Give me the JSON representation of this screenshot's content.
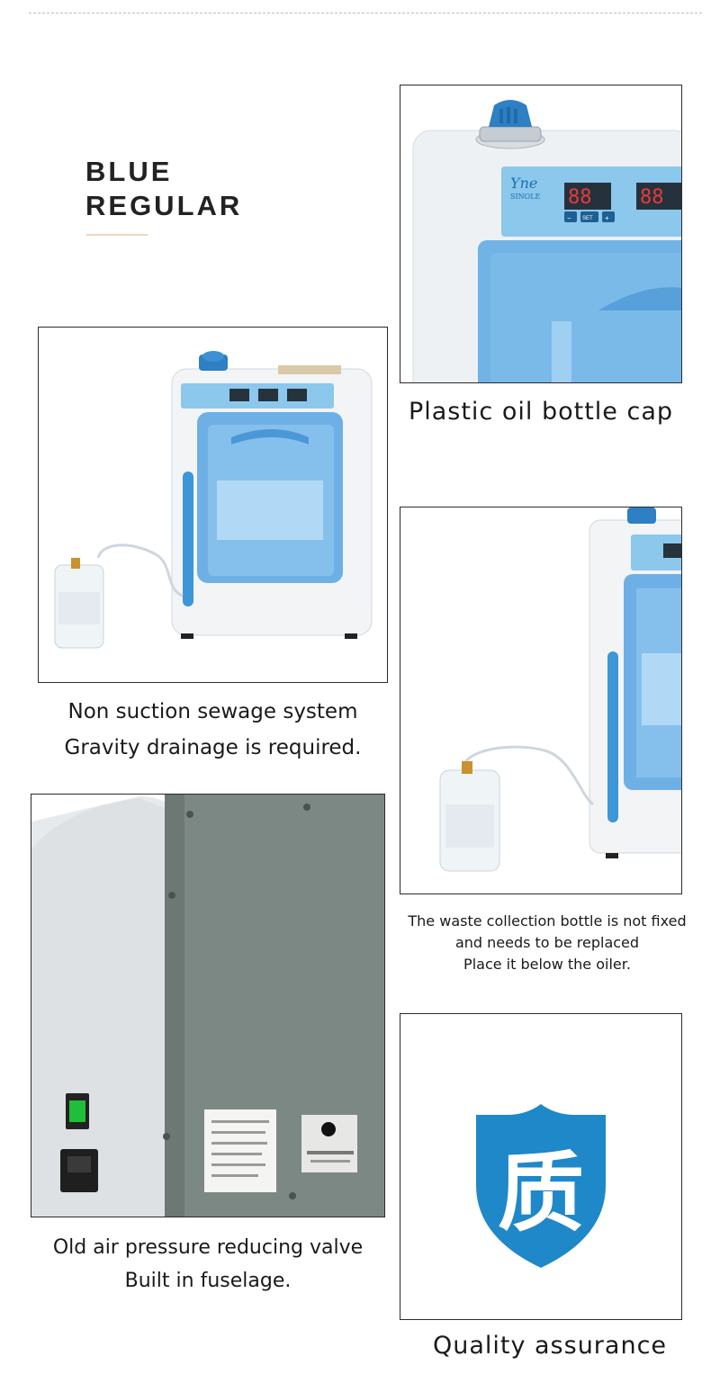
{
  "heading": {
    "line1": "BLUE",
    "line2": "REGULAR"
  },
  "photos": {
    "main_unit": {
      "caption_lines": [
        "Non suction sewage system",
        "Gravity drainage is required."
      ]
    },
    "bottle_cap": {
      "caption_lines": [
        "Plastic oil bottle cap"
      ]
    },
    "waste_bottle": {
      "caption_lines": [
        "The waste collection bottle is not fixed",
        "and needs to be replaced",
        "Place it below the oiler."
      ]
    },
    "back_panel": {
      "caption_lines": [
        "Old air pressure reducing valve",
        "Built in fuselage."
      ]
    },
    "quality": {
      "badge_char": "质",
      "caption_lines": [
        "Quality assurance"
      ]
    }
  },
  "device": {
    "brand_script": "Yne",
    "brand_name": "SINOLE",
    "display_digits": "88",
    "btn_minus": "−",
    "btn_set": "SET",
    "btn_plus": "+"
  },
  "colors": {
    "brand_blue": "#1e88c9",
    "panel_blue": "#3d9bd8",
    "body_white": "#f2f4f6",
    "back_gray": "#7c8884"
  }
}
